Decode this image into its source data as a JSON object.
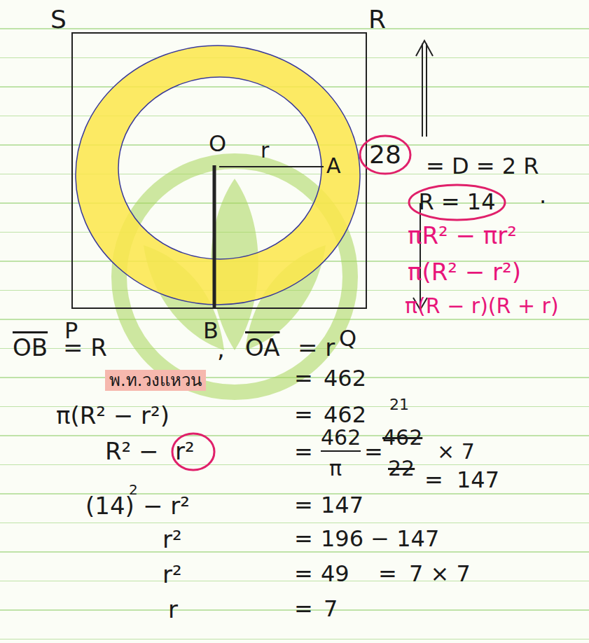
{
  "diagram": {
    "nodes": [
      {
        "text": [
          "28"
        ]
      },
      {
        "text": [
          "R = 14"
        ]
      }
    ],
    "labels": [
      "S",
      "R",
      "O",
      "r",
      "A",
      "P",
      "B",
      "Q",
      "= D = 2 R",
      ".",
      "πR² − πr²",
      "π(R² − r²)",
      "π(R − r)(R + r)",
      "OB",
      "= R",
      ",",
      "OA",
      "= r",
      "พ.ท.วงแหวน",
      "=",
      "462",
      "π(R² − r²)",
      "=",
      "462",
      "21",
      "R² −",
      "r²",
      "=",
      "462",
      "π",
      "=",
      "462",
      "22",
      "× 7",
      "=",
      "147",
      "(14)",
      "2",
      "− r²",
      "=",
      "147",
      "r²",
      "=",
      "196 − 147",
      "r²",
      "=",
      "49",
      "=",
      "7 × 7",
      "r",
      "=",
      "7"
    ]
  }
}
